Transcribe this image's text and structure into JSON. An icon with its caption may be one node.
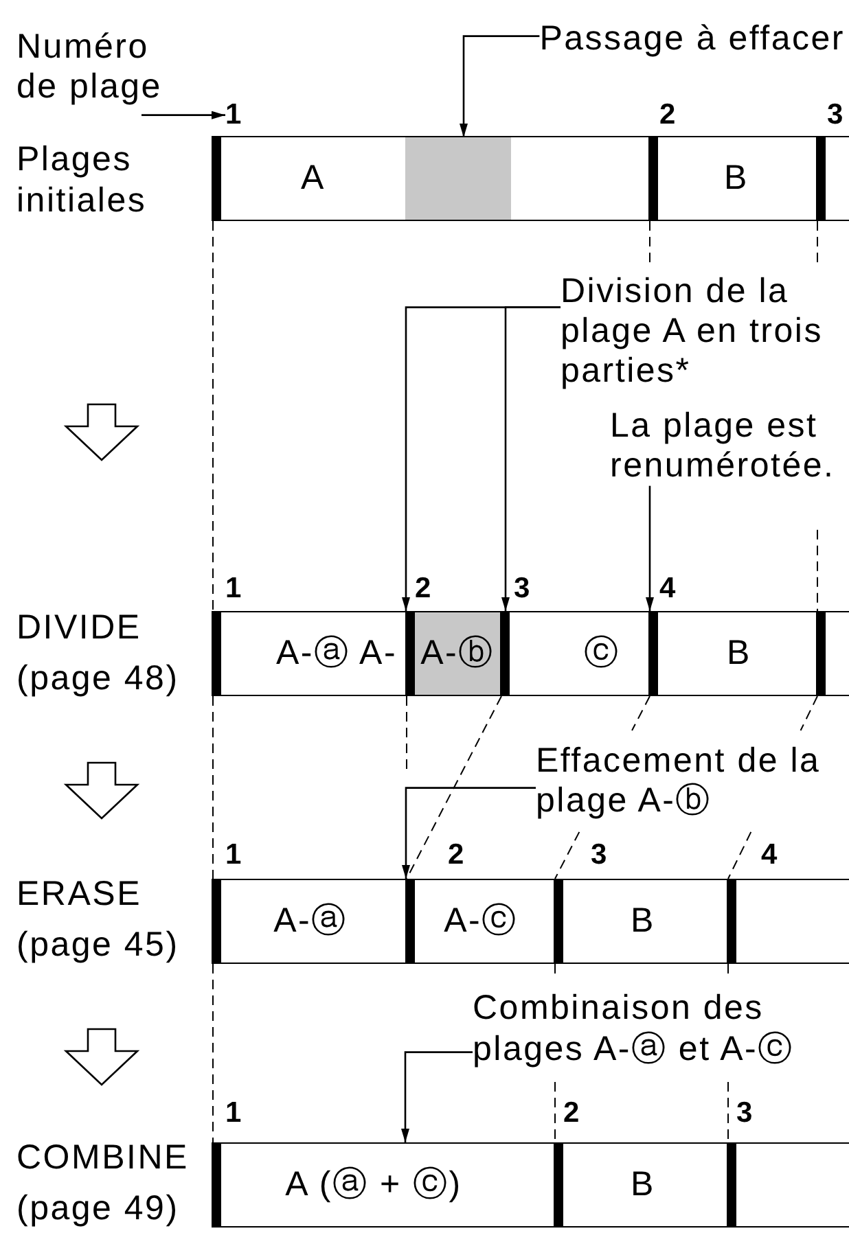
{
  "diagram": {
    "nodes": [
      {
        "text": [
          "Numéro de plage"
        ]
      },
      {
        "text": [
          "Passage à effacer"
        ]
      },
      {
        "text": [
          "1"
        ]
      },
      {
        "text": [
          "A"
        ]
      },
      {
        "text": [],
        "shape": "box",
        "in": 3
      },
      {
        "text": [
          "B"
        ],
        "beside": [
          "2"
        ]
      },
      {
        "text": [],
        "shape": "box",
        "beside": [
          "3"
        ]
      },
      {
        "text": [
          "Division de la plage A en trois parties*"
        ]
      },
      {
        "text": [
          "La plage est renumérotée."
        ]
      },
      {
        "text": [
          "A-ⓐ A-"
        ],
        "beside": [
          "1"
        ]
      },
      {
        "text": [
          "A-ⓑ"
        ],
        "beside": [
          "2"
        ]
      },
      {
        "text": [
          "ⓒ"
        ],
        "beside": [
          "3"
        ]
      },
      {
        "text": [
          "B"
        ],
        "beside": [
          "4"
        ]
      },
      {
        "text": [],
        "shape": "box"
      },
      {
        "text": [
          "Effacement de la plage A-ⓑ"
        ]
      },
      {
        "text": [
          "A-ⓐ"
        ],
        "beside": [
          "1"
        ]
      },
      {
        "text": [
          "A-ⓒ"
        ],
        "beside": [
          "2"
        ]
      },
      {
        "text": [
          "B"
        ],
        "beside": [
          "3"
        ]
      },
      {
        "text": [],
        "shape": "box",
        "beside": [
          "4"
        ]
      },
      {
        "text": [
          "Combinaison des plages A-ⓐ et A-ⓒ"
        ]
      },
      {
        "text": [
          "A (ⓐ + ⓒ)"
        ],
        "beside": [
          "1"
        ]
      },
      {
        "text": [
          "B"
        ],
        "beside": [
          "2"
        ]
      },
      {
        "text": [],
        "shape": "box",
        "beside": [
          "3"
        ]
      }
    ],
    "edges": [
      {
        "from": 0,
        "to": 2,
        "arrow": "to"
      },
      {
        "from": 1,
        "to": 4,
        "arrow": "to"
      },
      {
        "from": 7,
        "to": 10,
        "arrow": "to"
      },
      {
        "from": 7,
        "to": 11,
        "arrow": "to"
      },
      {
        "from": 8,
        "to": 12,
        "arrow": "to"
      },
      {
        "from": 14,
        "to": 16,
        "arrow": "to"
      },
      {
        "from": 19,
        "to": 20,
        "arrow": "to"
      }
    ],
    "labels": [
      "Plages initiales",
      "DIVIDE (page 48)",
      "ERASE (page 45)",
      "COMBINE (page 49)"
    ]
  }
}
